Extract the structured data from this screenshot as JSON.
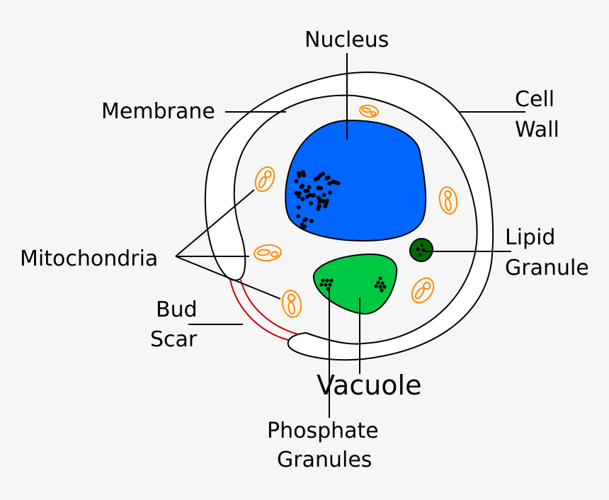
{
  "labels": {
    "nucleus": "Nucleus",
    "membrane": "Membrane",
    "cell_wall_1": "Cell",
    "cell_wall_2": "Wall",
    "mitochondria": "Mitochondria",
    "lipid_1": "Lipid",
    "lipid_2": "Granule",
    "bud_1": "Bud",
    "bud_2": "Scar",
    "vacuole": "Vacuole",
    "phosphate_1": "Phosphate",
    "phosphate_2": "Granules"
  },
  "colors": {
    "nucleus": "#0066ff",
    "vacuole": "#00c842",
    "lipid": "#006a00",
    "mitochondria": "#ff8c00",
    "bud_scar": "#cc0000",
    "wall": "#ffffff"
  }
}
